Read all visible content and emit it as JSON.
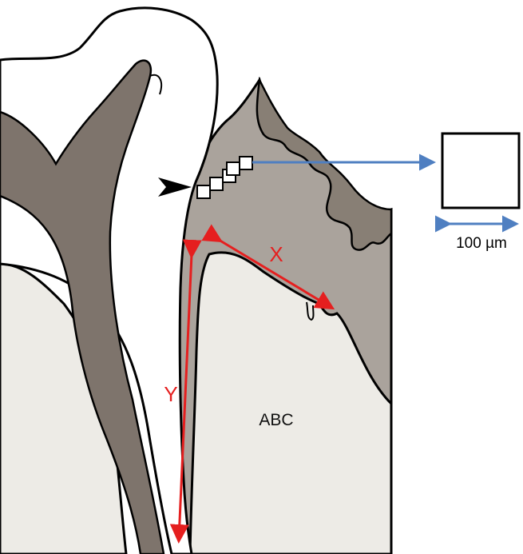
{
  "labels": {
    "x": "X",
    "y": "Y",
    "region": "ABC",
    "scale": "100 µm"
  },
  "colors": {
    "outline": "#000000",
    "dentin_dark": "#7e746c",
    "gingiva_tissue": "#aaa39c",
    "epithelium_dark": "#887f75",
    "bone_light": "#edebe6",
    "enamel_white": "#ffffff",
    "measurement_red": "#e51f1f",
    "scale_blue": "#4f7fc1"
  },
  "icons": {
    "pointer": "arrowhead-pointer-icon"
  },
  "figure": {
    "sample_box_count": 5
  }
}
